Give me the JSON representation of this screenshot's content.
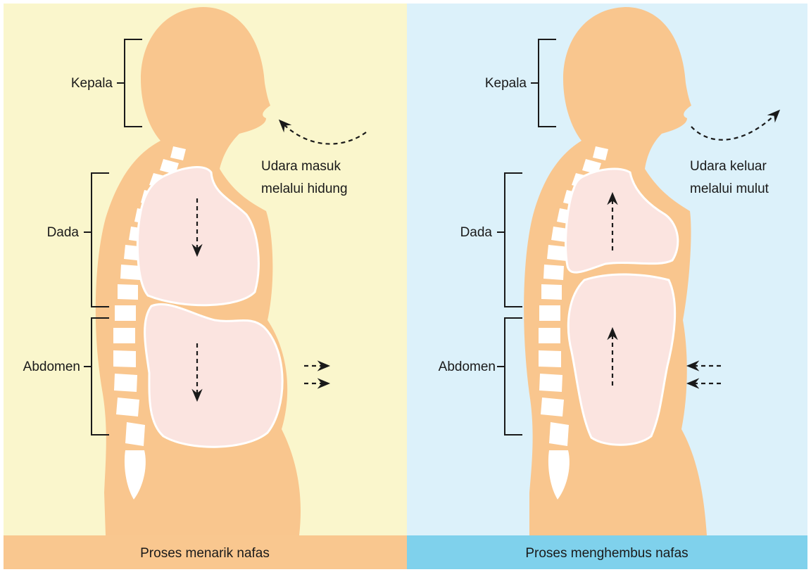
{
  "colors": {
    "inhale_bg": "#faf6cc",
    "exhale_bg": "#dcf1fa",
    "inhale_bar": "#f9c78f",
    "exhale_bar": "#7fd1ec",
    "body": "#f9c68e",
    "lung": "#fbe4e0",
    "bone": "#ffffff",
    "ink": "#1a1a1a"
  },
  "panels": {
    "inhale": {
      "caption": "Proses menarik nafas",
      "labels": {
        "head": "Kepala",
        "chest": "Dada",
        "abdomen": "Abdomen"
      },
      "air_line1": "Udara masuk",
      "air_line2": "melalui hidung"
    },
    "exhale": {
      "caption": "Proses menghembus nafas",
      "labels": {
        "head": "Kepala",
        "chest": "Dada",
        "abdomen": "Abdomen"
      },
      "air_line1": "Udara keluar",
      "air_line2": "melalui mulut"
    }
  }
}
